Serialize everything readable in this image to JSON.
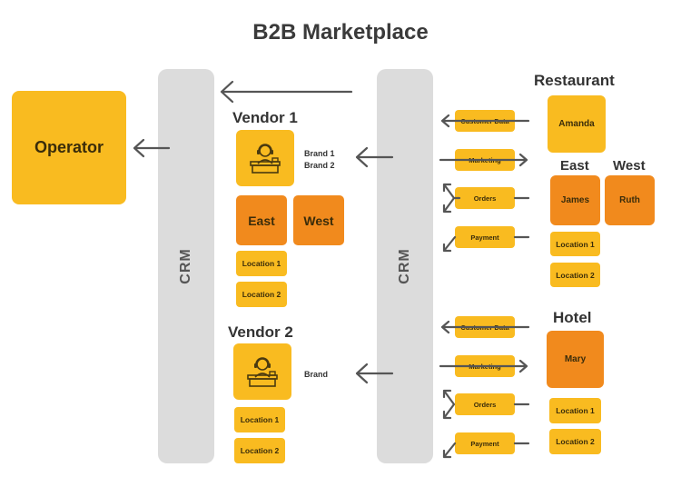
{
  "title": "B2B Marketplace",
  "operator": "Operator",
  "crm_left": "CRM",
  "crm_right": "CRM",
  "vendor1": {
    "title": "Vendor 1",
    "brand_lines": [
      "Brand 1",
      "Brand 2"
    ],
    "regions": [
      "East",
      "West"
    ],
    "locations": [
      "Location 1",
      "Location 2"
    ]
  },
  "vendor2": {
    "title": "Vendor 2",
    "brand": "Brand",
    "locations": [
      "Location 1",
      "Location 2"
    ]
  },
  "flows_top": [
    "Customer Data",
    "Marketing",
    "Orders",
    "Payment"
  ],
  "flows_bottom": [
    "Customer Data",
    "Marketing",
    "Orders",
    "Payment"
  ],
  "restaurant": {
    "title": "Restaurant",
    "person": "Amanda",
    "east_label": "East",
    "west_label": "West",
    "east_person": "James",
    "west_person": "Ruth",
    "locations": [
      "Location 1",
      "Location 2"
    ]
  },
  "hotel": {
    "title": "Hotel",
    "person": "Mary",
    "locations": [
      "Location 1",
      "Location 2"
    ]
  },
  "colors": {
    "yellow": "#f9bb20",
    "amber": "#f7a81b",
    "orange": "#f18a1d",
    "crm_gray": "#dcdcdc",
    "arrow": "#555555"
  },
  "icons": [
    "vendor-desk-icon",
    "vendor-desk-icon"
  ]
}
